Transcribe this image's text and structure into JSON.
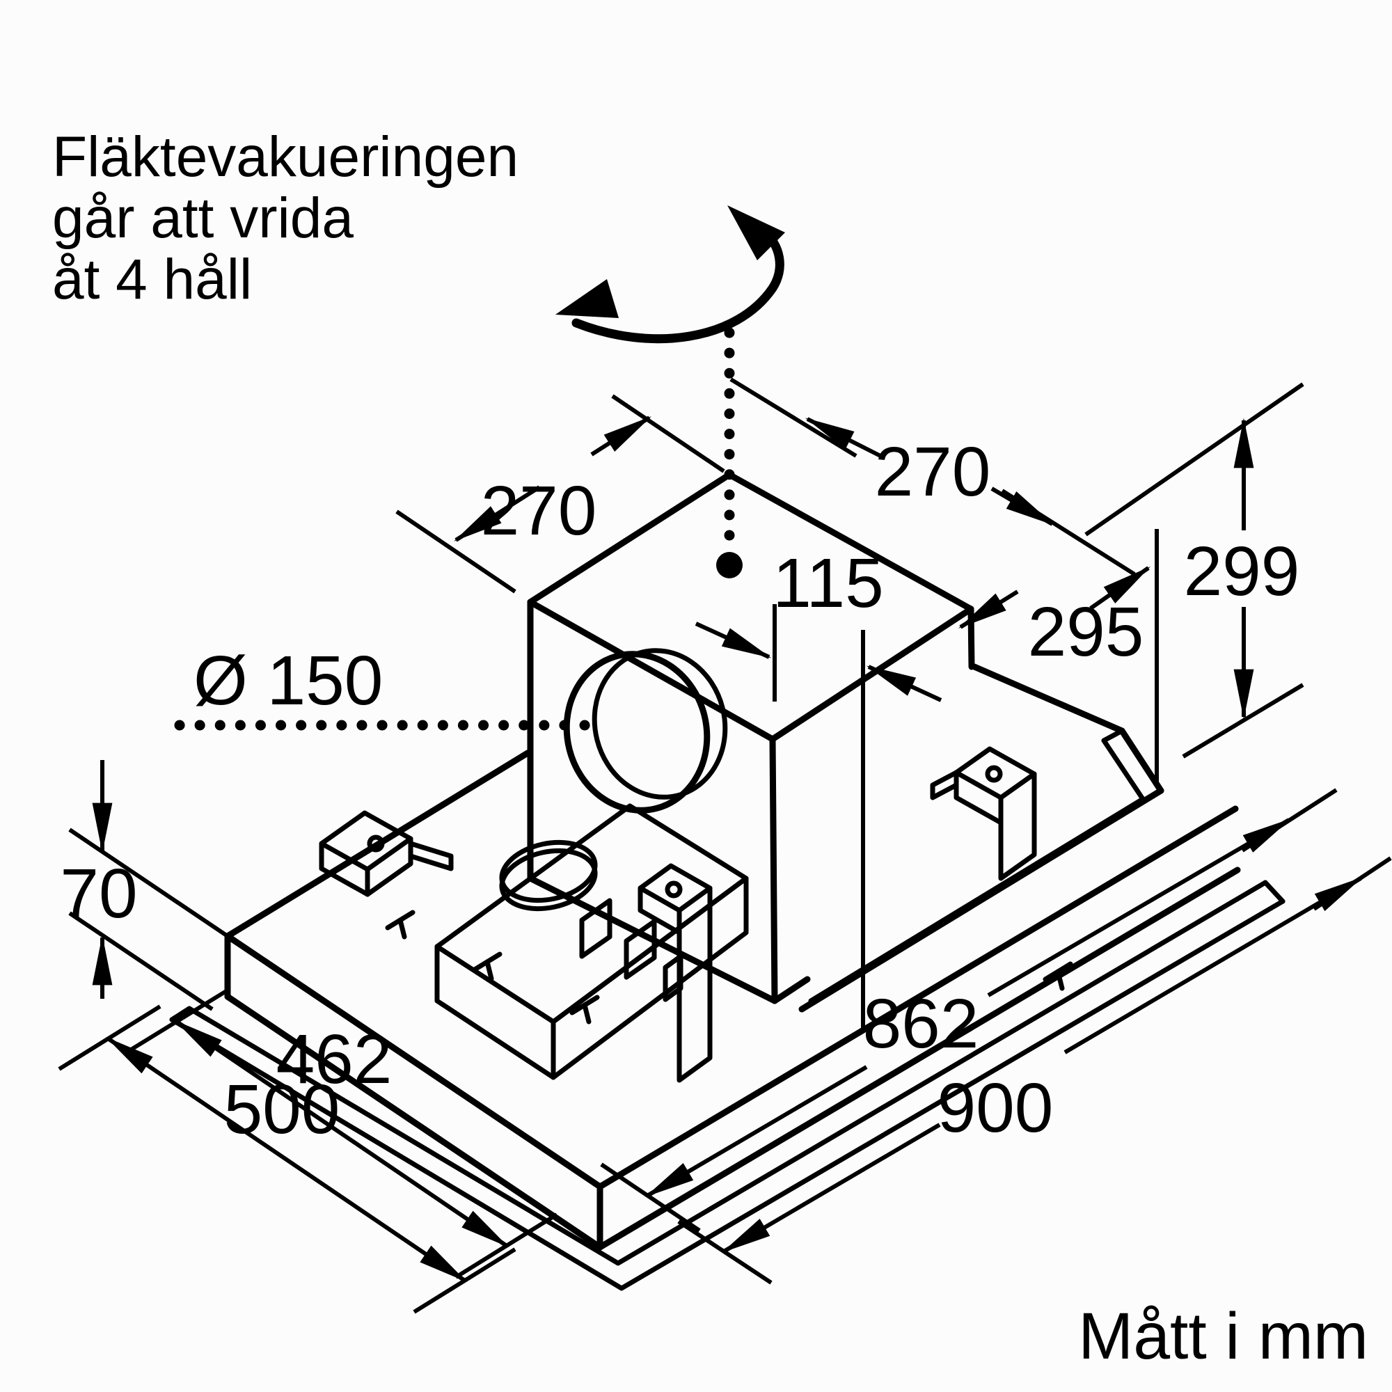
{
  "canvas": {
    "background": "#fcfcfc",
    "line_color": "#000000"
  },
  "note": {
    "line1": "Fläktevakueringen",
    "line2": "går att vrida",
    "line3": "åt 4 håll"
  },
  "footer": {
    "units_label": "Mått i mm"
  },
  "dimensions": {
    "top_left_270": "270",
    "top_right_270": "270",
    "offset_115": "115",
    "depth_295": "295",
    "height_299": "299",
    "duct_diameter_150": "Ø 150",
    "recess_70": "70",
    "length_862": "862",
    "length_900": "900",
    "width_462": "462",
    "width_500": "500"
  },
  "icons": {
    "rotation_arrow": "curved double-headed arrow showing duct can rotate",
    "center_axis": "dotted rotation axis with solid dot on fan box top",
    "duct_axis": "dotted horizontal line to Ø150 duct ring"
  }
}
